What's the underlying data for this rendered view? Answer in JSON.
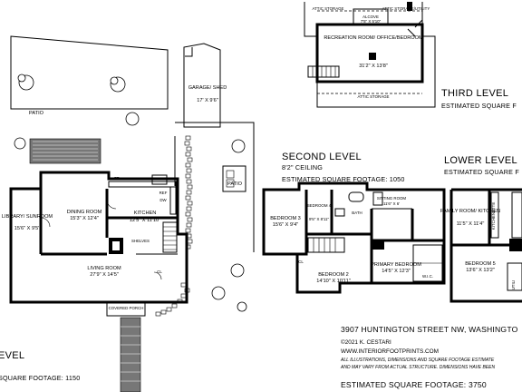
{
  "first_level": {
    "title_fragment": "EVEL",
    "sqft_fragment": "SQUARE FOOTAGE: 1150",
    "rooms": {
      "library_name": "LIBRARY/ SUNROOM",
      "library_dim": "15'6\" X 9'5\"",
      "dining_name": "DINING ROOM",
      "dining_dim": "15'3\" X 12'4\"",
      "kitchen_name": "KITCHEN",
      "kitchen_dim": "12'5\" X 11'10\"",
      "living_name": "LIVING ROOM",
      "living_dim": "27'9\" X 14'5\"",
      "porch_name": "COVERED PORCH",
      "patio1": "PATIO",
      "patio2": "PATIO",
      "garage_name": "GARAGE/ SHED",
      "garage_dim": "17' X 9'6\"",
      "fr": "FR",
      "ref": "REF",
      "dw": "DW",
      "shelves": "SHELVES",
      "cl": "CL"
    }
  },
  "second_level": {
    "title": "SECOND LEVEL",
    "ceiling": "8'2\" CEILING",
    "sqft": "ESTIMATED SQUARE FOOTAGE: 1050",
    "rooms": {
      "bedroom3_name": "BEDROOM 3",
      "bedroom3_dim": "15'6\" X 9'4\"",
      "bedroom4_name": "BEDROOM 4",
      "bedroom4_dim": "9'5\" X 8'11\"",
      "bath": "BATH",
      "sitting_name": "SITTING ROOM",
      "sitting_dim": "11'6\" X 6'",
      "bedroom2_name": "BEDROOM 2",
      "bedroom2_dim": "14'10\" X 10'11\"",
      "primary_name": "PRIMARY BEDROOM",
      "primary_dim": "14'5\" X 12'3\"",
      "wic": "W.I.C.",
      "cl": "CL"
    }
  },
  "third_level": {
    "title": "THIRD LEVEL",
    "sqft_fragment": "ESTIMATED SQUARE F",
    "rooms": {
      "attic_storage_1": "ATTIC STORAGE",
      "alcove_name": "ALCOVE",
      "alcove_dim": "7'5\" X 5'10\"",
      "attic_utility": "ATTIC STORAGE/UTILITY",
      "rec_name": "RECREATION ROOM/ OFFICE/BEDROOM",
      "rec_dim": "31'2\" X 13'8\"",
      "attic_storage_2": "ATTIC STORAGE"
    }
  },
  "lower_level": {
    "title": "LOWER LEVEL",
    "sqft_fragment": "ESTIMATED SQUARE F",
    "rooms": {
      "family_name": "FAMILY ROOM/ KITCHEN",
      "family_dim": "11'5\" X 11'4\"",
      "kitchenette": "KITCHENETTE",
      "bedroom5_name": "BEDROOM 5",
      "bedroom5_dim": "13'6\" X 13'2\"",
      "utility": "UTILI"
    }
  },
  "info": {
    "address": "3907 HUNTINGTON STREET NW, WASHINGTO",
    "copyright": "©2021 K. CESTARI",
    "website": "WWW.INTERIORFOOTPRINTS.COM",
    "disclaimer_1": "ALL ILLUSTRATIONS, DIMENSIONS AND SQUARE FOOTAGE ESTIMATE",
    "disclaimer_2": "AND MAY VARY FROM ACTUAL STRUCTURE. DIMENSIONS HAVE BEEN",
    "total_sqft": "ESTIMATED SQUARE FOOTAGE: 3750"
  }
}
